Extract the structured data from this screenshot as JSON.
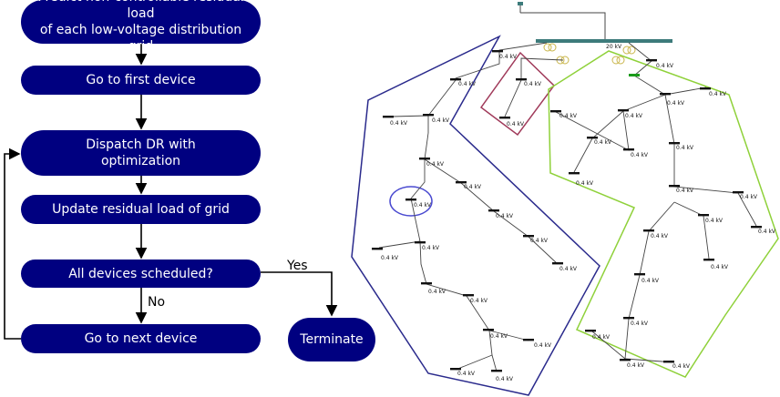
{
  "flowchart": {
    "steps": [
      {
        "lines": [
          "Predict non-controllable residual load",
          "of each low-voltage distribution grid"
        ]
      },
      {
        "lines": [
          "Go to first device"
        ]
      },
      {
        "lines": [
          "Dispatch DR with",
          "optimization"
        ]
      },
      {
        "lines": [
          "Update residual load of grid"
        ]
      },
      {
        "lines": [
          "All devices scheduled?"
        ]
      },
      {
        "lines": [
          "Go to next device"
        ]
      }
    ],
    "terminate": "Terminate",
    "yes_label": "Yes",
    "no_label": "No"
  },
  "network": {
    "mv_label": "20 kV",
    "lv_label": "0.4 kV",
    "colors": {
      "left_grid": "#2a2a8c",
      "center_grid": "#a03a5a",
      "right_grid": "#8fd13a",
      "busbar": "#3d7b7b",
      "transformer": "#c9b54a",
      "highlight_circle": "#4a4ad0",
      "green_node": "#1a9a1a"
    }
  }
}
